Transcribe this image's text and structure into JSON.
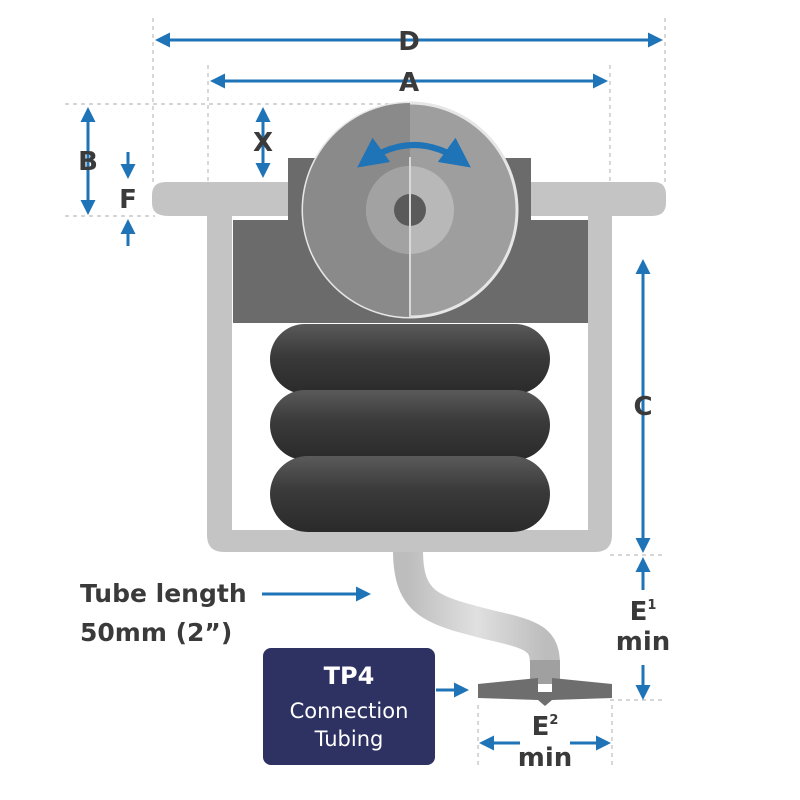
{
  "dimensions": {
    "d": "D",
    "a": "A",
    "x": "X",
    "b": "B",
    "f": "F",
    "c": "C",
    "e1": {
      "letter": "E",
      "sup": "1",
      "suffix": "min"
    },
    "e2": {
      "letter": "E",
      "sup": "2",
      "suffix": "min"
    }
  },
  "tube": {
    "line1": "Tube length",
    "line2": "50mm (2”)"
  },
  "badge": {
    "title": "TP4",
    "line1": "Connection",
    "line2": "Tubing"
  },
  "colors": {
    "arrow": "#1f73b7",
    "frame": "#c4c4c4",
    "plate": "#6b6b6b",
    "bellows": "#3a3a3a",
    "badge": "#2e3263",
    "text": "#3a3a3a"
  },
  "icons": {
    "rotation": "rotation-arrow-icon",
    "arrow": "arrow-right-icon"
  }
}
